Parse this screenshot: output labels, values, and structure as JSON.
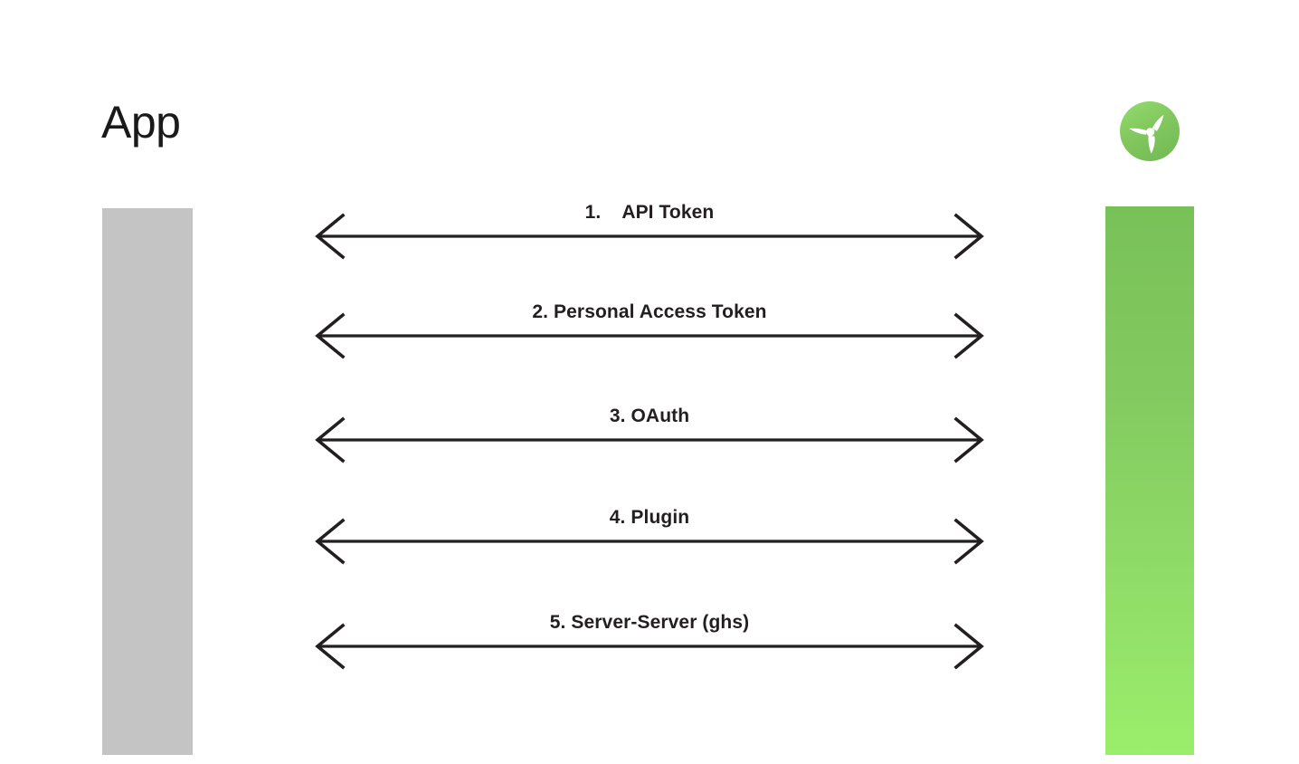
{
  "diagram": {
    "title": "App",
    "background_color": "#ffffff",
    "actors": [
      {
        "name": "app",
        "label": "App",
        "lifeline_color": "#c4c4c4"
      },
      {
        "name": "service",
        "logo_icon": "propeller-logo-icon",
        "lifeline_gradient_start": "#78c158",
        "lifeline_gradient_end": "#9bee6b"
      }
    ],
    "messages": [
      {
        "number": "1.",
        "text": "API Token",
        "label": "1.    API Token",
        "direction": "bidirectional"
      },
      {
        "number": "2.",
        "text": "Personal Access Token",
        "label": "2. Personal Access Token",
        "direction": "bidirectional"
      },
      {
        "number": "3.",
        "text": "OAuth",
        "label": "3. OAuth",
        "direction": "bidirectional"
      },
      {
        "number": "4.",
        "text": "Plugin",
        "label": "4. Plugin",
        "direction": "bidirectional"
      },
      {
        "number": "5.",
        "text": "Server-Server (ghs)",
        "label": "5. Server-Server (ghs)",
        "direction": "bidirectional"
      }
    ],
    "colors": {
      "text": "#231f20",
      "title": "#1a1a1a",
      "arrow": "#231f20",
      "app_lifeline": "#c4c4c4",
      "service_green_dark": "#78c158",
      "service_green_light": "#9bee6b"
    }
  }
}
